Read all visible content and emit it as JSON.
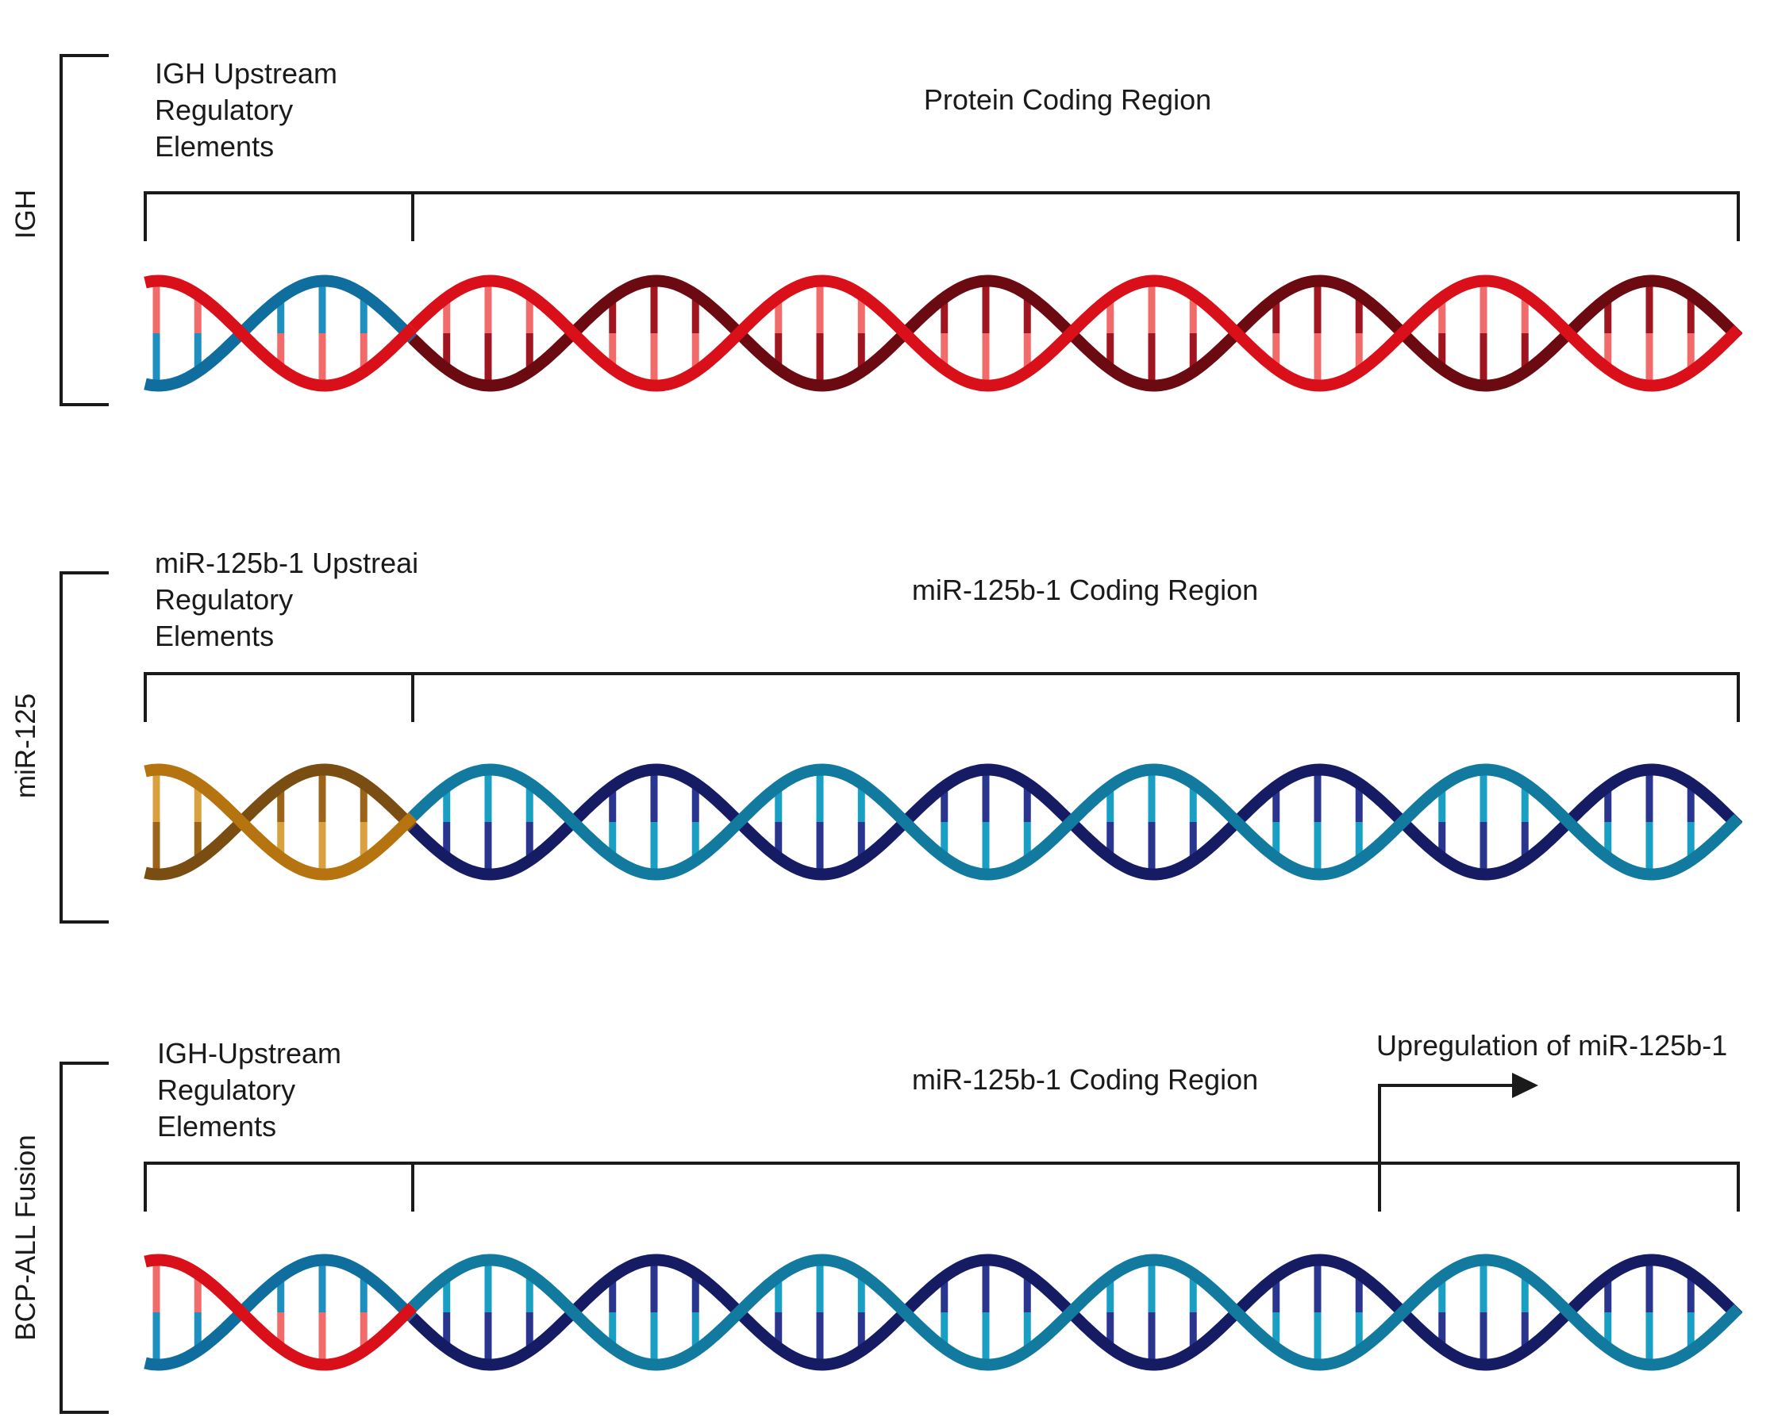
{
  "panels": [
    {
      "side_label": "IGH",
      "upstream_label": [
        "IGH Upstream",
        "Regulatory",
        "Elements"
      ],
      "coding_label": "Protein Coding Region",
      "upstream_colors": {
        "strand_a": "#d90f1a",
        "strand_b": "#0f6e9e",
        "rung_a": "#f26b6b",
        "rung_b": "#1f8fbf"
      },
      "coding_colors": {
        "strand_a": "#d90f1a",
        "strand_b": "#6b0a10",
        "rung_a": "#f26b6b",
        "rung_b": "#a0151f"
      },
      "upregulation_label": ""
    },
    {
      "side_label": "miR-125",
      "upstream_label": [
        "miR-125b-1 Upstreai",
        "Regulatory",
        "Elements"
      ],
      "coding_label": "miR-125b-1 Coding Region",
      "upstream_colors": {
        "strand_a": "#b5740f",
        "strand_b": "#7a4e12",
        "rung_a": "#d9a040",
        "rung_b": "#9c6418"
      },
      "coding_colors": {
        "strand_a": "#12799f",
        "strand_b": "#151c64",
        "rung_a": "#1a9fc4",
        "rung_b": "#2a3590"
      },
      "upregulation_label": ""
    },
    {
      "side_label": "BCP-ALL Fusion",
      "upstream_label": [
        "IGH-Upstream",
        "Regulatory",
        "Elements"
      ],
      "coding_label": "miR-125b-1 Coding Region",
      "upstream_colors": {
        "strand_a": "#d90f1a",
        "strand_b": "#0f6e9e",
        "rung_a": "#f26b6b",
        "rung_b": "#1f8fbf"
      },
      "coding_colors": {
        "strand_a": "#12799f",
        "strand_b": "#151c64",
        "rung_a": "#1a9fc4",
        "rung_b": "#2a3590"
      },
      "upregulation_label": "Upregulation of miR-125b-1"
    }
  ]
}
